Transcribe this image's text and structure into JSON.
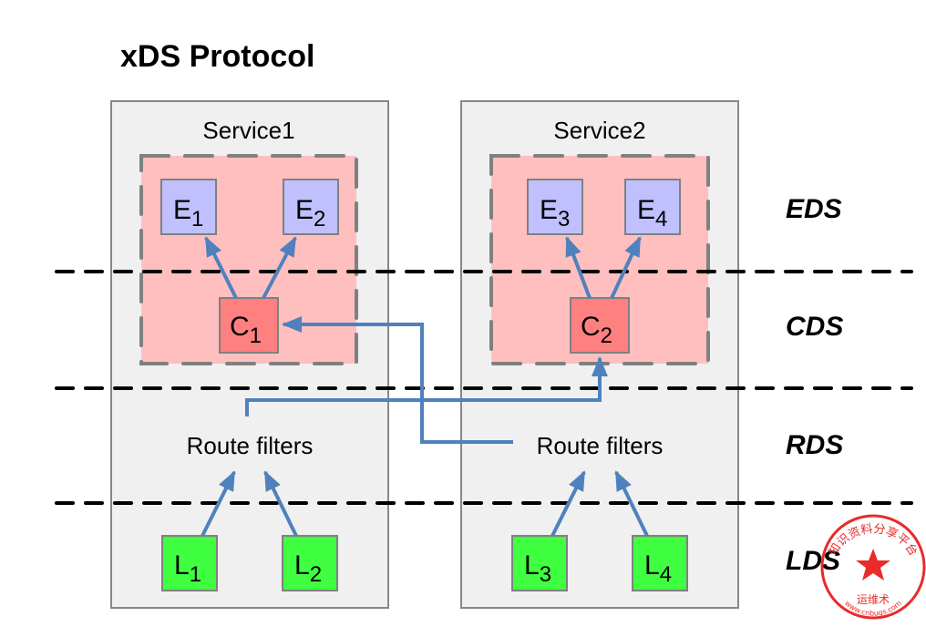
{
  "title": "xDS Protocol",
  "colors": {
    "service_bg": "#f0f0f0",
    "service_border": "#888888",
    "cluster_group_bg": "#ffbfbf",
    "cluster_group_border": "#808080",
    "endpoint_fill": "#c0c0ff",
    "cluster_fill": "#ff8080",
    "listener_fill": "#40ff40",
    "node_border": "#808080",
    "arrow": "#4f81bd",
    "layer_divider": "#000000",
    "stamp": "#e8201f"
  },
  "layers": [
    {
      "id": "eds",
      "label": "EDS"
    },
    {
      "id": "cds",
      "label": "CDS"
    },
    {
      "id": "rds",
      "label": "RDS"
    },
    {
      "id": "lds",
      "label": "LDS"
    }
  ],
  "services": [
    {
      "name": "Service1",
      "route_filters_label": "Route filters",
      "endpoints": [
        {
          "letter": "E",
          "sub": "1"
        },
        {
          "letter": "E",
          "sub": "2"
        }
      ],
      "cluster": {
        "letter": "C",
        "sub": "1"
      },
      "listeners": [
        {
          "letter": "L",
          "sub": "1"
        },
        {
          "letter": "L",
          "sub": "2"
        }
      ]
    },
    {
      "name": "Service2",
      "route_filters_label": "Route filters",
      "endpoints": [
        {
          "letter": "E",
          "sub": "3"
        },
        {
          "letter": "E",
          "sub": "4"
        }
      ],
      "cluster": {
        "letter": "C",
        "sub": "2"
      },
      "listeners": [
        {
          "letter": "L",
          "sub": "3"
        },
        {
          "letter": "L",
          "sub": "4"
        }
      ]
    }
  ],
  "connections": [
    {
      "from": "L1",
      "to": "Route filters (Service1)"
    },
    {
      "from": "L2",
      "to": "Route filters (Service1)"
    },
    {
      "from": "L3",
      "to": "Route filters (Service2)"
    },
    {
      "from": "L4",
      "to": "Route filters (Service2)"
    },
    {
      "from": "Route filters (Service1)",
      "to": "C2"
    },
    {
      "from": "Route filters (Service2)",
      "to": "C1"
    },
    {
      "from": "C1",
      "to": "E1"
    },
    {
      "from": "C1",
      "to": "E2"
    },
    {
      "from": "C2",
      "to": "E3"
    },
    {
      "from": "C2",
      "to": "E4"
    }
  ],
  "watermark": {
    "arc_text": "知识资料分享平台",
    "center_text": "运维术",
    "url_text": "www.cnbugs.com"
  }
}
